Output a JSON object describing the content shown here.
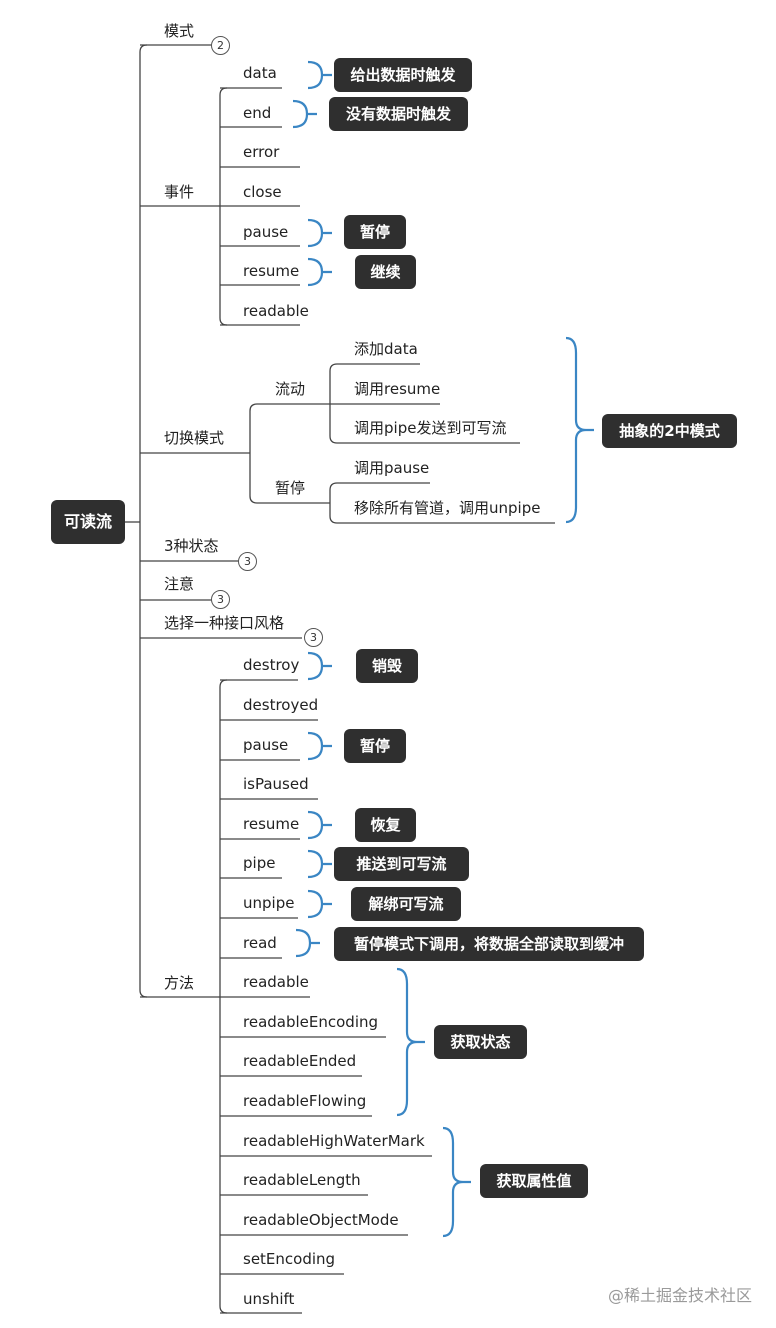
{
  "root": "可读流",
  "branches": {
    "mode": "模式",
    "events": "事件",
    "switch_mode": "切换模式",
    "three_states": "3种状态",
    "notice": "注意",
    "choose_api": "选择一种接口风格",
    "methods": "方法"
  },
  "badges": {
    "mode": "2",
    "three_states": "3",
    "notice": "3",
    "choose_api": "3"
  },
  "events": [
    "data",
    "end",
    "error",
    "close",
    "pause",
    "resume",
    "readable"
  ],
  "event_notes": {
    "data": "给出数据时触发",
    "end": "没有数据时触发",
    "pause": "暂停",
    "resume": "继续"
  },
  "switch": {
    "flowing": "流动",
    "flowing_items": [
      "添加data",
      "调用resume",
      "调用pipe发送到可写流"
    ],
    "paused": "暂停",
    "paused_items": [
      "调用pause",
      "移除所有管道，调用unpipe"
    ],
    "note": "抽象的2中模式"
  },
  "methods": [
    "destroy",
    "destroyed",
    "pause",
    "isPaused",
    "resume",
    "pipe",
    "unpipe",
    "read",
    "readable",
    "readableEncoding",
    "readableEnded",
    "readableFlowing",
    "readableHighWaterMark",
    "readableLength",
    "readableObjectMode",
    "setEncoding",
    "unshift"
  ],
  "method_notes": {
    "destroy": "销毁",
    "pause": "暂停",
    "resume": "恢复",
    "pipe": "推送到可写流",
    "unpipe": "解绑可写流",
    "read": "暂停模式下调用，将数据全部读取到缓冲",
    "get_state": "获取状态",
    "get_props": "获取属性值"
  },
  "watermark": "@稀土掘金技术社区",
  "colors": {
    "box": "#2f2f2f",
    "bracket": "#3a86c4",
    "line": "#444444"
  }
}
